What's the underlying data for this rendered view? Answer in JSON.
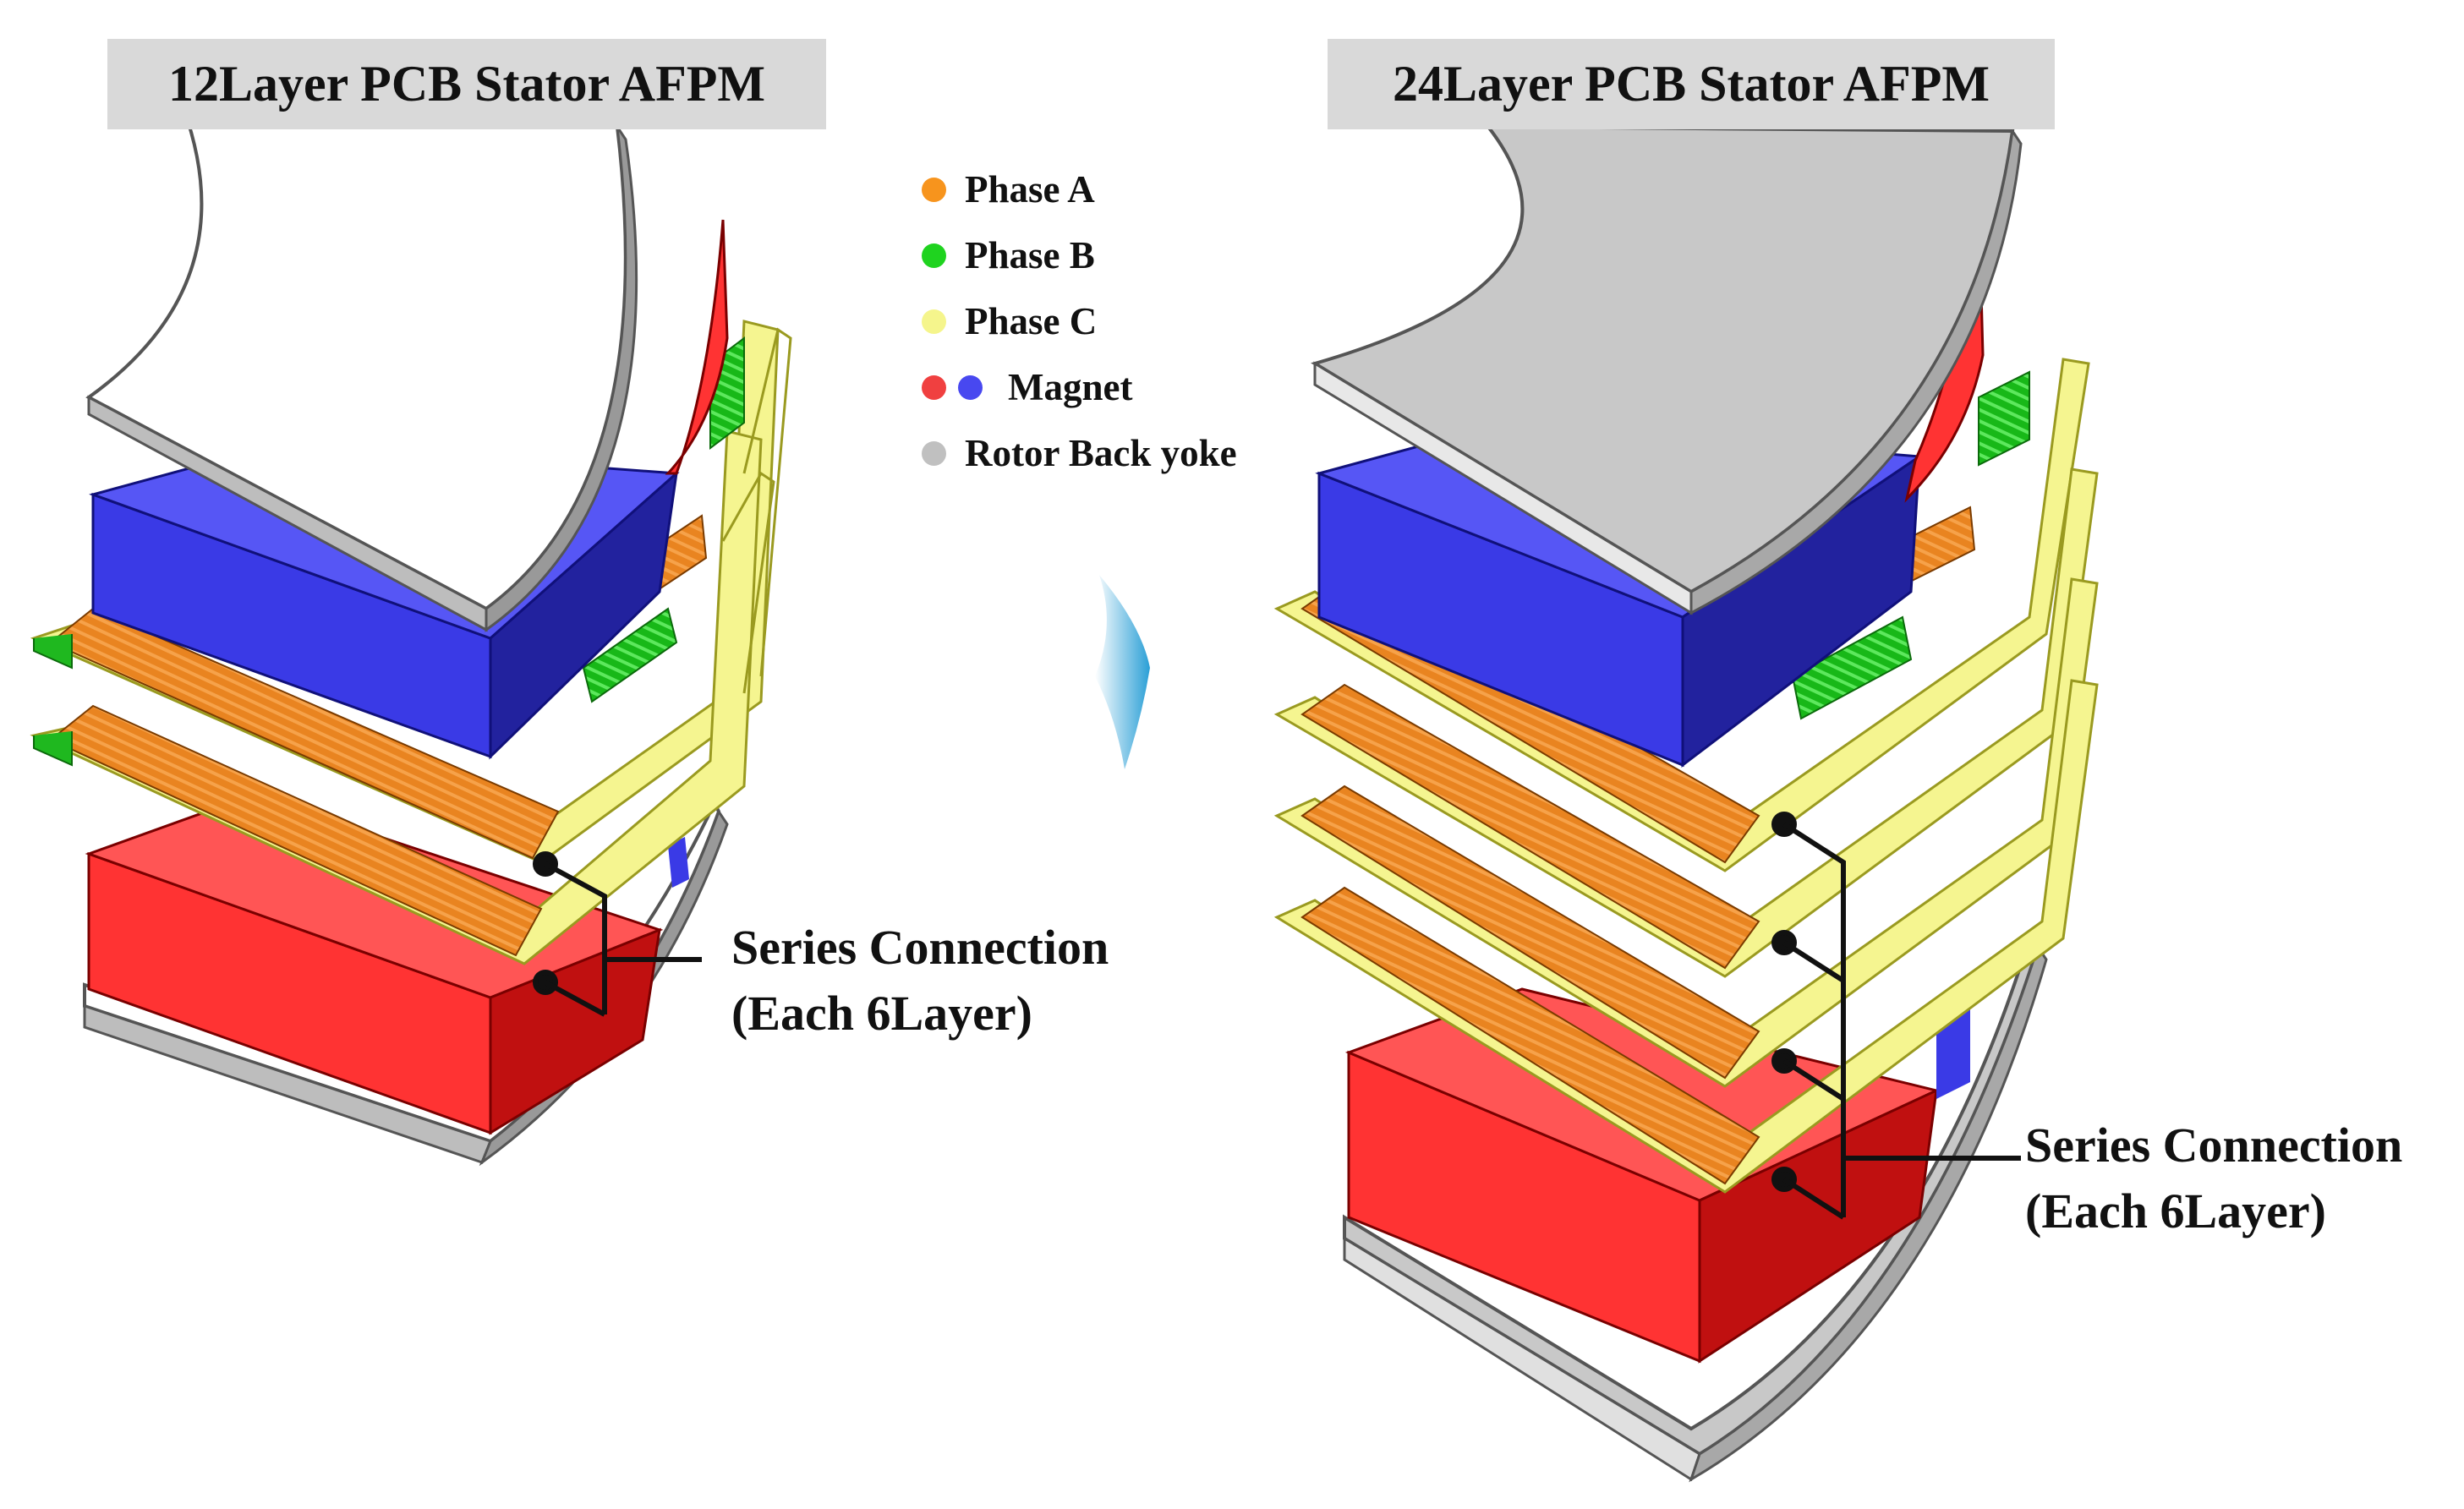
{
  "left_panel": {
    "title": "12Layer PCB Stator AFPM",
    "series_label": "Series Connection",
    "series_sub": "(Each 6Layer)"
  },
  "right_panel": {
    "title": "24Layer PCB Stator AFPM",
    "series_label": "Series Connection",
    "series_sub": "(Each 6Layer)"
  },
  "legend": [
    {
      "label": "Phase A",
      "colors": [
        "#f7941d"
      ]
    },
    {
      "label": "Phase B",
      "colors": [
        "#1fd31f"
      ]
    },
    {
      "label": "Phase C",
      "colors": [
        "#f5f58c"
      ]
    },
    {
      "label": "Magnet",
      "colors": [
        "#f04040",
        "#4848f0"
      ]
    },
    {
      "label": "Rotor Back yoke",
      "colors": [
        "#c0c0c0"
      ]
    }
  ],
  "colors": {
    "phase_a": "#f28c28",
    "phase_b": "#22d022",
    "phase_c": "#f7f79a",
    "magnet_red": "#ff3333",
    "magnet_blue": "#3a3ae6",
    "back_yoke_left": "#ffffff",
    "back_yoke_right": "#c8c8c8",
    "title_bg": "#d9d9d9"
  }
}
